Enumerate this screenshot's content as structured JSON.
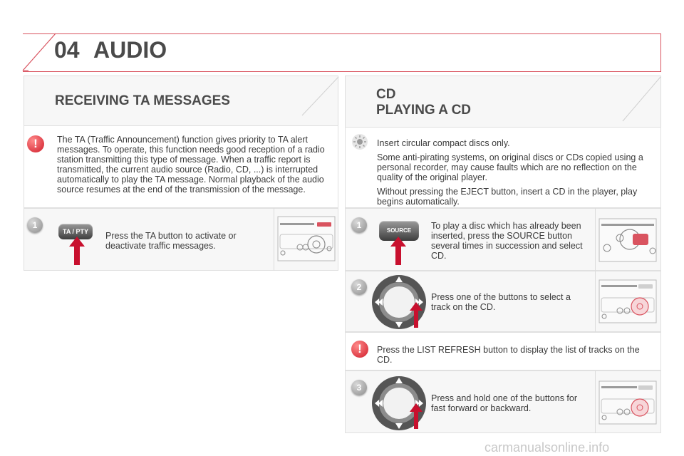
{
  "header": {
    "chapter_number": "04",
    "chapter_title": "AUDIO"
  },
  "ta_section": {
    "title": "RECEIVING TA MESSAGES",
    "warning_text": "The TA (Traffic Announcement) function gives priority to TA alert messages. To operate, this function needs good reception of a radio station transmitting this type of message. When a traffic report is transmitted, the current audio source (Radio, CD, ...) is interrupted automatically to play the TA message. Normal playback of the audio source resumes at the end of the transmission of the message.",
    "step1_number": "1",
    "step1_button_label": "TA / PTY",
    "step1_text": "Press the TA button to activate or deactivate traffic messages."
  },
  "cd_section": {
    "title_line1": "CD",
    "title_line2": "PLAYING A CD",
    "info_paragraphs": [
      "Insert circular compact discs only.",
      "Some anti-pirating systems, on original discs or CDs copied using a personal recorder, may cause faults which are no reflection on the quality of the original player.",
      "Without pressing the EJECT button, insert a CD in the player, play begins automatically."
    ],
    "step1_number": "1",
    "step1_button_label": "SOURCE",
    "step1_text": "To play a disc which has already been inserted, press the SOURCE button several times in succession and select CD.",
    "step2_number": "2",
    "step2_text": "Press one of the buttons to select a track on the CD.",
    "warning_text": "Press the LIST REFRESH button to display the list of tracks on the CD.",
    "step3_number": "3",
    "step3_text": "Press and hold one of the buttons for fast forward or backward."
  },
  "footer": {
    "url": "carmanualsonline.info"
  },
  "colors": {
    "accent_red": "#d9535f",
    "arrow_red": "#c8102e",
    "panel_bg": "#f7f7f7"
  }
}
